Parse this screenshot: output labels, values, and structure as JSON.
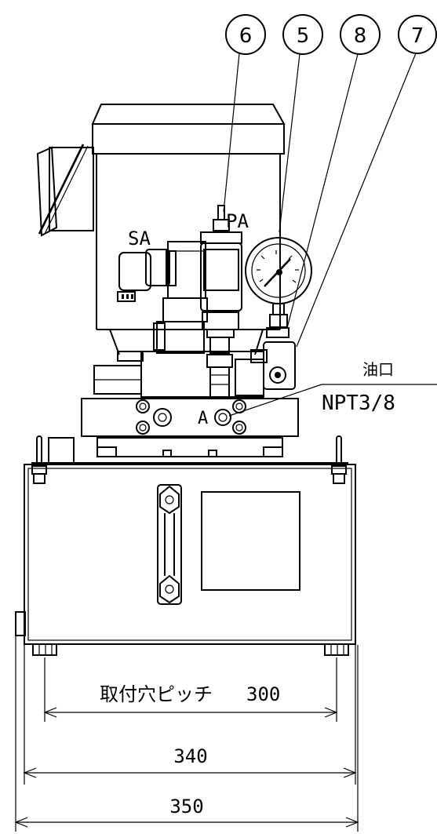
{
  "callouts": [
    "6",
    "5",
    "8",
    "7"
  ],
  "labels": {
    "sa": "SA",
    "pa": "PA",
    "port_a": "A",
    "oil_port": "油口",
    "oil_port_thread": "NPT3/8"
  },
  "dimensions": {
    "mount_pitch_label": "取付穴ピッチ",
    "mount_pitch_value": "300",
    "inner_width": "340",
    "outer_width": "350"
  }
}
